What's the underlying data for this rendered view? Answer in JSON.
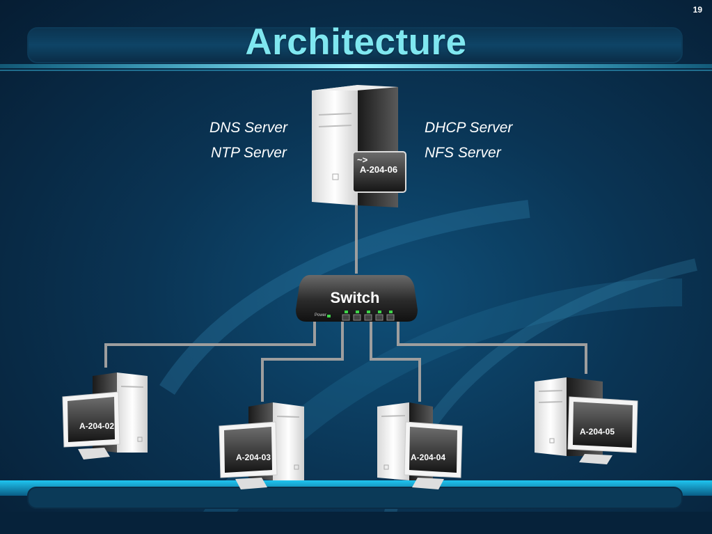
{
  "page_number": "19",
  "title": "Architecture",
  "server": {
    "hostname": "A-204-06",
    "prompt": "~>",
    "services_left": [
      "DNS Server",
      "NTP Server"
    ],
    "services_right": [
      "DHCP Server",
      "NFS Server"
    ]
  },
  "switch": {
    "label": "Switch",
    "power_label": "Power"
  },
  "clients": [
    {
      "hostname": "A-204-02"
    },
    {
      "hostname": "A-204-03"
    },
    {
      "hostname": "A-204-04"
    },
    {
      "hostname": "A-204-05"
    }
  ]
}
